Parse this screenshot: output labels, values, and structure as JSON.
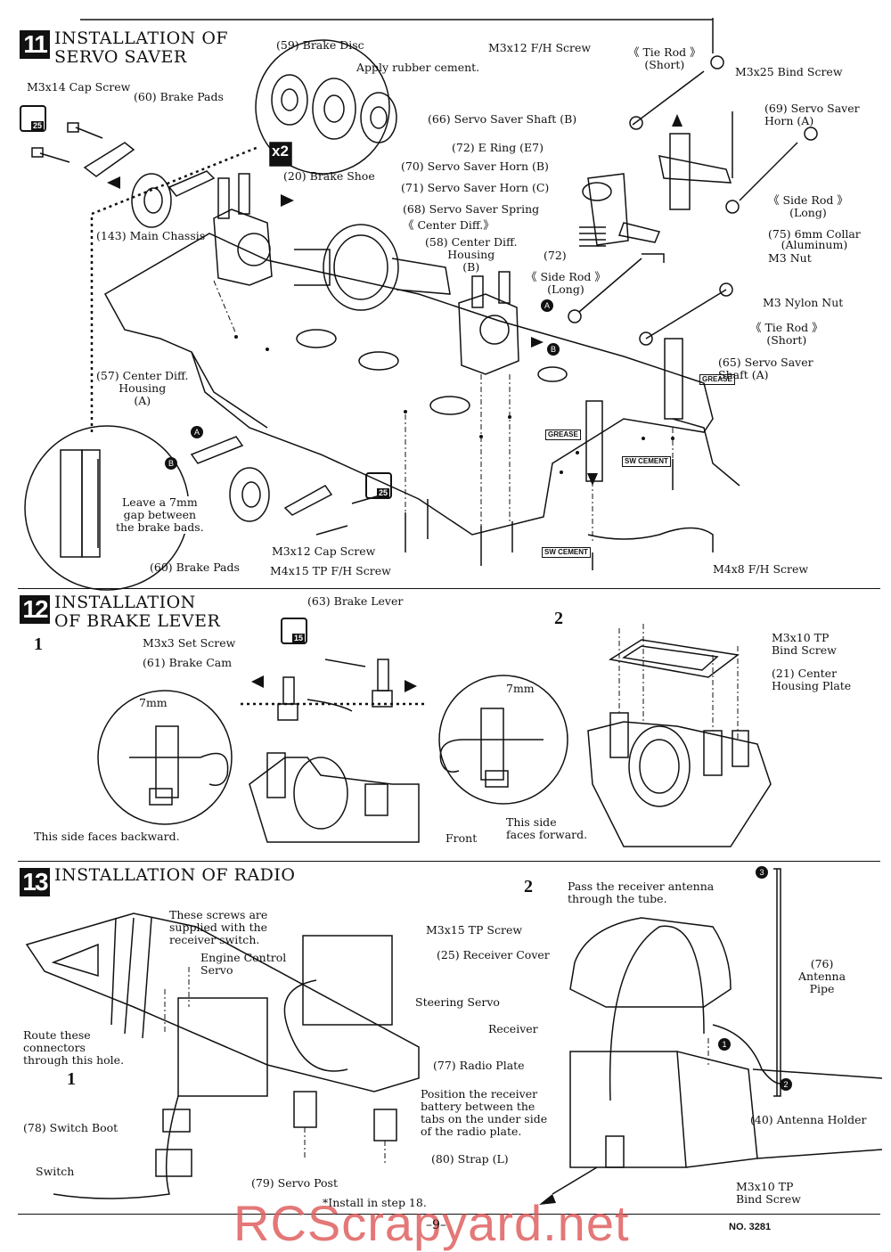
{
  "section11": {
    "number": "11",
    "title": "INSTALLATION OF\nSERVO SAVER",
    "labels": {
      "m3x14_cap": "M3x14 Cap Screw",
      "brake_pads_top": "(60) Brake Pads",
      "brake_disc": "(59) Brake Disc",
      "rubber_cement": "Apply rubber cement.",
      "x2": "x2",
      "brake_shoe": "(20) Brake Shoe",
      "m3x12_fh": "M3x12 F/H Screw",
      "tie_rod_short_top": "《 Tie Rod 》\n(Short)",
      "m3x25_bind": "M3x25 Bind Screw",
      "servo_saver_shaft_b": "(66) Servo Saver Shaft (B)",
      "servo_saver_horn_a": "(69) Servo Saver\nHorn (A)",
      "e_ring": "(72) E Ring (E7)",
      "horn_b": "(70) Servo Saver Horn (B)",
      "horn_c": "(71) Servo Saver Horn (C)",
      "spring": "(68) Servo Saver Spring",
      "center_diff": "《 Center Diff.》",
      "housing_b": "(58) Center Diff.\nHousing\n(B)",
      "main_chassis": "(143) Main Chassis",
      "side_rod_long_r": "《 Side Rod 》\n(Long)",
      "collar": "(75) 6mm Collar\n(Aluminum)",
      "m3_nut": "M3 Nut",
      "e_ring_72": "(72)",
      "side_rod_long_c": "《 Side Rod 》\n(Long)",
      "m3_nylon": "M3 Nylon Nut",
      "tie_rod_short_r": "《 Tie Rod 》\n(Short)",
      "housing_a": "(57) Center Diff.\nHousing\n(A)",
      "shaft_a": "(65) Servo Saver\nShaft (A)",
      "grease1": "GREASE",
      "grease2": "GREASE",
      "swcement1": "SW CEMENT",
      "swcement2": "SW CEMENT",
      "gap": "Leave a 7mm\ngap between\nthe brake bads.",
      "m3x12_cap": "M3x12 Cap Screw",
      "m4x15": "M4x15 TP F/H Screw",
      "brake_pads_bottom": "(60) Brake Pads",
      "m4x8": "M4x8 F/H Screw",
      "marker_a": "A",
      "marker_b": "B",
      "badge25a": "25",
      "badge25b": "25"
    }
  },
  "section12": {
    "number": "12",
    "title": "INSTALLATION\nOF BRAKE LEVER",
    "step1": "1",
    "step2": "2",
    "labels": {
      "brake_lever": "(63) Brake Lever",
      "m3x3_set": "M3x3 Set Screw",
      "brake_cam": "(61) Brake Cam",
      "mm7_left": "7mm",
      "mm7_right": "7mm",
      "backward": "This side faces backward.",
      "forward": "This side\nfaces forward.",
      "front": "Front",
      "m3x10_bind": "M3x10 TP\nBind Screw",
      "center_plate": "(21) Center\nHousing Plate",
      "badge15": "15"
    }
  },
  "section13": {
    "number": "13",
    "title": "INSTALLATION OF RADIO",
    "step1": "1",
    "step2": "2",
    "labels": {
      "screws_supplied": "These screws are\nsupplied with the\nreceiver switch.",
      "engine_servo": "Engine Control\nServo",
      "m3x15": "M3x15 TP Screw",
      "receiver_cover": "(25) Receiver Cover",
      "steering_servo": "Steering Servo",
      "receiver": "Receiver",
      "route": "Route these\nconnectors\nthrough this hole.",
      "radio_plate": "(77) Radio Plate",
      "position_battery": "Position the receiver\nbattery between the\ntabs on the under side\nof the radio plate.",
      "switch_boot": "(78) Switch Boot",
      "strap": "(80) Strap (L)",
      "switch": "Switch",
      "servo_post": "(79) Servo Post",
      "install_step": "*Install in step 18.",
      "pass_antenna": "Pass the receiver antenna\nthrough the tube.",
      "antenna_pipe": "(76)\nAntenna\nPipe",
      "antenna_holder": "(40) Antenna Holder",
      "m3x10_bind": "M3x10 TP\nBind Screw",
      "n1": "1",
      "n2": "2",
      "n3": "3"
    }
  },
  "footer": {
    "page": "–9–",
    "doc_no": "NO. 3281",
    "watermark": "RCScrapyard.net"
  }
}
